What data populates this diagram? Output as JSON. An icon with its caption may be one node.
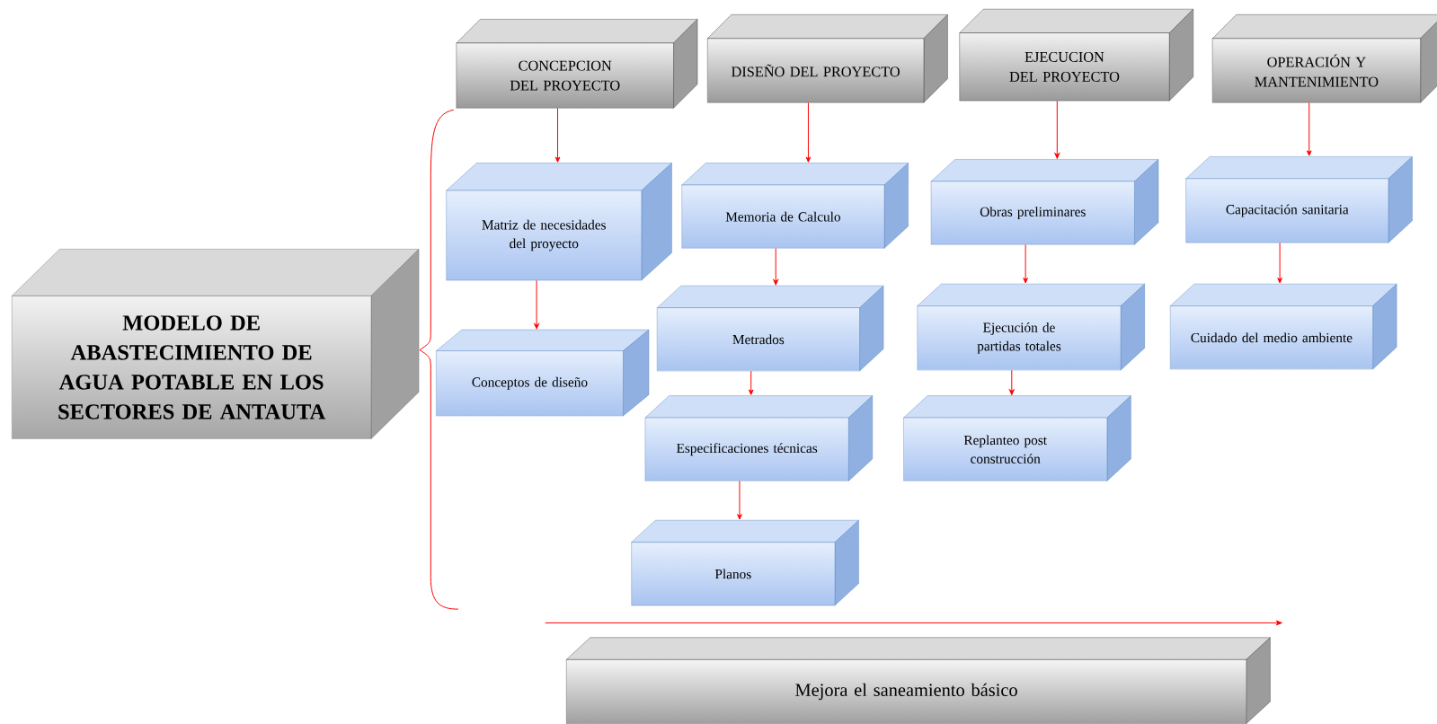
{
  "diagram": {
    "nodes": [
      {
        "text": [
          "MODELO DE ABASTECIMIENTO DE AGUA POTABLE EN LOS SECTORES DE ANTAUTA"
        ]
      },
      {
        "text": [
          "CONCEPCION DEL PROYECTO"
        ]
      },
      {
        "text": [
          "DISEÑO DEL PROYECTO"
        ]
      },
      {
        "text": [
          "EJECUCION DEL PROYECTO"
        ]
      },
      {
        "text": [
          "OPERACIÓN Y MANTENIMIENTO"
        ]
      },
      {
        "text": [
          "Matriz de necesidades del proyecto"
        ]
      },
      {
        "text": [
          "Conceptos de diseño"
        ]
      },
      {
        "text": [
          "Memoria de Calculo"
        ]
      },
      {
        "text": [
          "Metrados"
        ]
      },
      {
        "text": [
          "Especificaciones técnicas"
        ]
      },
      {
        "text": [
          "Planos"
        ]
      },
      {
        "text": [
          "Obras preliminares"
        ]
      },
      {
        "text": [
          "Ejecución de partidas totales"
        ]
      },
      {
        "text": [
          "Replanteo post construcción"
        ]
      },
      {
        "text": [
          "Capacitación sanitaria"
        ]
      },
      {
        "text": [
          "Cuidado del medio ambiente"
        ]
      },
      {
        "text": [
          "Mejora el saneamiento básico"
        ]
      }
    ],
    "edges": [
      {
        "from": 1,
        "to": 5,
        "arrow": "to"
      },
      {
        "from": 5,
        "to": 6,
        "arrow": "to"
      },
      {
        "from": 2,
        "to": 7,
        "arrow": "to"
      },
      {
        "from": 7,
        "to": 8,
        "arrow": "to"
      },
      {
        "from": 8,
        "to": 9,
        "arrow": "to"
      },
      {
        "from": 9,
        "to": 10,
        "arrow": "to"
      },
      {
        "from": 3,
        "to": 11,
        "arrow": "to"
      },
      {
        "from": 11,
        "to": 12,
        "arrow": "to"
      },
      {
        "from": 12,
        "to": 13,
        "arrow": "to"
      },
      {
        "from": 4,
        "to": 14,
        "arrow": "to"
      },
      {
        "from": 14,
        "to": 15,
        "arrow": "to"
      }
    ]
  }
}
